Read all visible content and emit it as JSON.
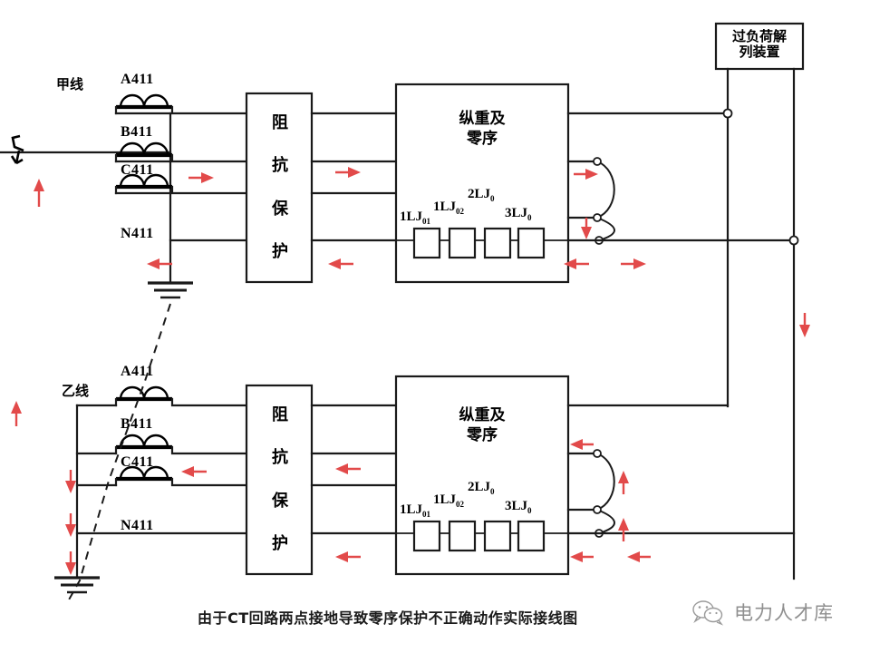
{
  "diagram": {
    "caption": "由于CT回路两点接地导致零序保护不正确动作实际接线图",
    "colors": {
      "wire": "#1a1a1a",
      "arrow": "#e24a4a",
      "background": "#ffffff",
      "watermark": "#8f8f8f"
    },
    "top_device": {
      "name": "over-load-trip-device",
      "label_line1": "过负荷解",
      "label_line2": "列装置"
    },
    "circuits": [
      {
        "id": "upper",
        "line_label": "甲线",
        "phases": [
          "A411",
          "B411",
          "C411",
          "N411"
        ],
        "protection_box": {
          "label": "阻抗保护",
          "chars": [
            "阻",
            "抗",
            "保",
            "护"
          ]
        },
        "relay_box": {
          "title_line1": "纵重及",
          "title_line2": "零序",
          "coils": [
            "1LJ01",
            "1LJ02",
            "2LJ0",
            "3LJ0"
          ]
        }
      },
      {
        "id": "lower",
        "line_label": "乙线",
        "phases": [
          "A411",
          "B411",
          "C411",
          "N411"
        ],
        "protection_box": {
          "label": "阻抗保护",
          "chars": [
            "阻",
            "抗",
            "保",
            "护"
          ]
        },
        "relay_box": {
          "title_line1": "纵重及",
          "title_line2": "零序",
          "coils": [
            "1LJ01",
            "1LJ02",
            "2LJ0",
            "3LJ0"
          ]
        }
      }
    ],
    "coil_labels": {
      "c1_main": "1LJ",
      "c1_sub": "01",
      "c2_main": "1LJ",
      "c2_sub": "02",
      "c3_main": "2LJ",
      "c3_sub": "0",
      "c4_main": "3LJ",
      "c4_sub": "0"
    },
    "symbols": {
      "ct": "current-transformer",
      "ground": "earth-ground",
      "fault": "fault-arrow",
      "jumper": "curved-jumper"
    }
  },
  "watermark": {
    "icon": "wechat-icon",
    "text": "电力人才库"
  }
}
